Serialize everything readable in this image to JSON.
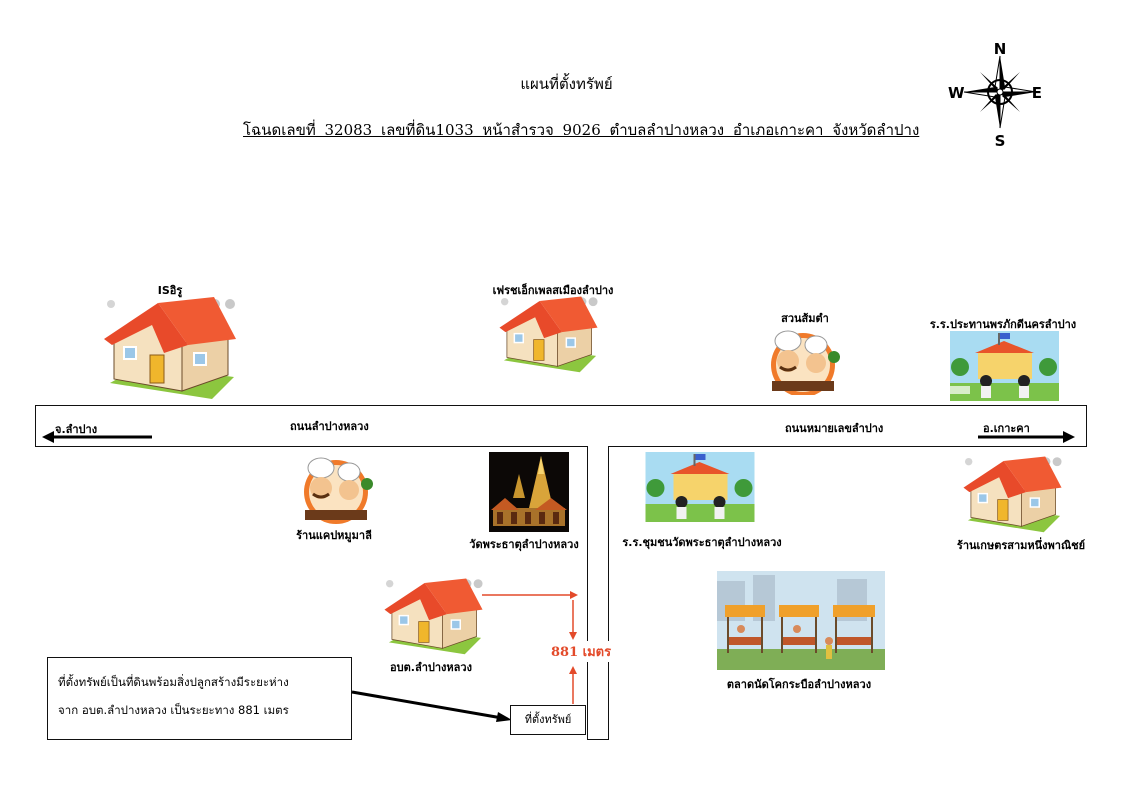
{
  "header": {
    "title": "แผนที่ตั้งทรัพย์",
    "subtitle": "โฉนดเลขที่ 32083   เลขที่ดิน1033   หน้าสำรวจ 9026    ตำบลลำปางหลวง   อำเภอเกาะคา   จังหวัดลำปาง"
  },
  "compass": {
    "n": "N",
    "s": "S",
    "e": "E",
    "w": "W"
  },
  "roads": {
    "main_left_name": "ถนนลำปางหลวง",
    "main_right_name": "ถนนหมายเลขลำปาง",
    "left_direction": "จ.ลำปาง",
    "right_direction": "อ.เกาะคา"
  },
  "landmarks": {
    "isiru": "ISอิรู",
    "fresh": "เฟรชเอ็กเพลสเมืองลำปาง",
    "somtam": "สวนส้มตำ",
    "school_top": "ร.ร.ประทานพรภักดีนครลำปาง",
    "restaurant": "ร้านแคปหมูมาลี",
    "temple": "วัดพระธาตุลำปางหลวง",
    "school_bottom": "ร.ร.ชุมชนวัดพระธาตุลำปางหลวง",
    "farm_shop": "ร้านเกษตรสามหนึ่งพาณิชย์",
    "sao": "อบต.ลำปางหลวง",
    "market": "ตลาดนัดโคกระบือลำปางหลวง"
  },
  "distance_label": "881 เมตร",
  "site_label": "ที่ตั้งทรัพย์",
  "note": {
    "line1": "ที่ตั้งทรัพย์เป็นที่ดินพร้อมสิ่งปลูกสร้างมีระยะห่าง",
    "line2": "จาก อบต.ลำปางหลวง เป็นระยะทาง 881 เมตร"
  },
  "colors": {
    "roof": "#f04e2a",
    "wall": "#f5e1bf",
    "grass": "#8cc63f",
    "arrow_red": "#e34a2a"
  }
}
